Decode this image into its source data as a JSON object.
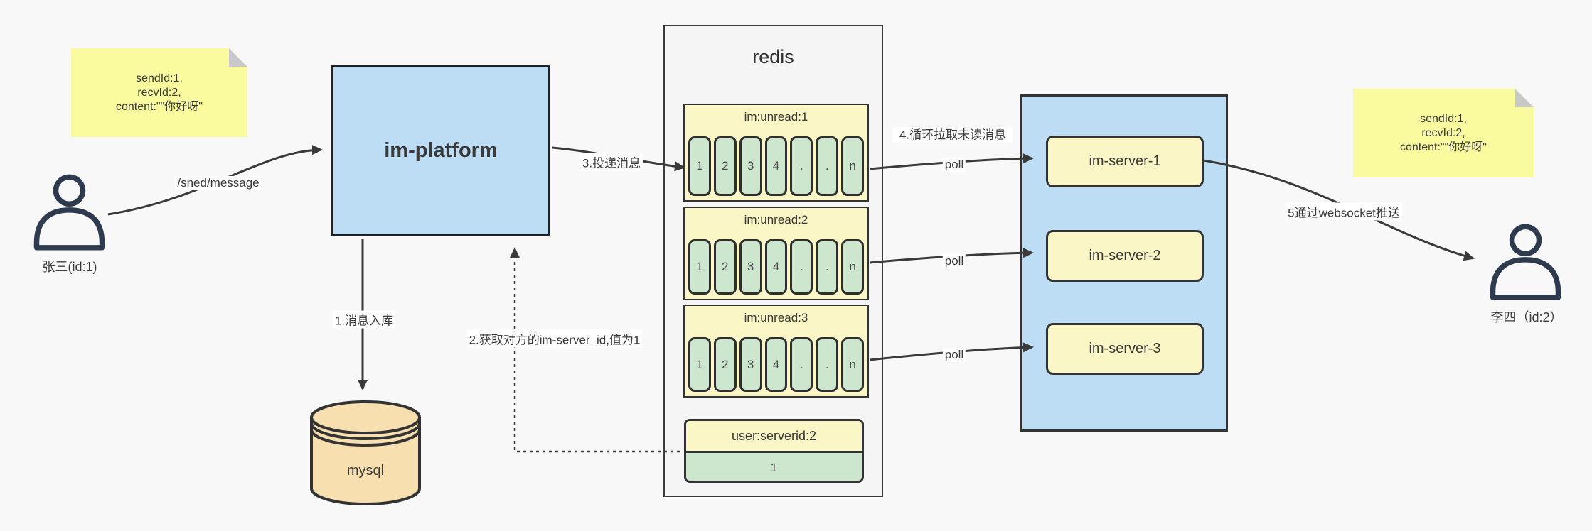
{
  "diagram": {
    "note_left": {
      "lines": [
        "sendId:1,",
        "recvId:2,",
        "content:\"\"你好呀\""
      ]
    },
    "note_right": {
      "lines": [
        "sendId:1,",
        "recvId:2,",
        "content:\"\"你好呀\""
      ]
    },
    "sender": {
      "label": "张三(id:1)"
    },
    "receiver": {
      "label": "李四（id:2）"
    },
    "platform": {
      "label": "im-platform"
    },
    "database": {
      "label": "mysql"
    },
    "redis": {
      "title": "redis",
      "queues": [
        {
          "name": "im:unread:1",
          "cells": [
            "1",
            "2",
            "3",
            "4",
            ".",
            ".",
            "n"
          ]
        },
        {
          "name": "im:unread:2",
          "cells": [
            "1",
            "2",
            "3",
            "4",
            ".",
            ".",
            "n"
          ]
        },
        {
          "name": "im:unread:3",
          "cells": [
            "1",
            "2",
            "3",
            "4",
            ".",
            ".",
            "n"
          ]
        }
      ],
      "kv": {
        "key": "user:serverid:2",
        "value": "1"
      }
    },
    "cluster": {
      "servers": [
        {
          "label": "im-server-1"
        },
        {
          "label": "im-server-2"
        },
        {
          "label": "im-server-3"
        }
      ]
    },
    "edges": {
      "send": "/sned/message",
      "step1": "1.消息入库",
      "step2": "2.获取对方的im-server_id,值为1",
      "step3": "3.投递消息",
      "step4": "4.循环拉取未读消息",
      "poll": "poll",
      "step5": "5通过websocket推送"
    },
    "colors": {
      "blue_box": "#bdddf5",
      "yellow_box": "#faf6c5",
      "green_cell": "#cde6ce",
      "sticky_note": "#fafa9e",
      "database": "#f8dfb0",
      "line": "#3a3a3a"
    }
  }
}
